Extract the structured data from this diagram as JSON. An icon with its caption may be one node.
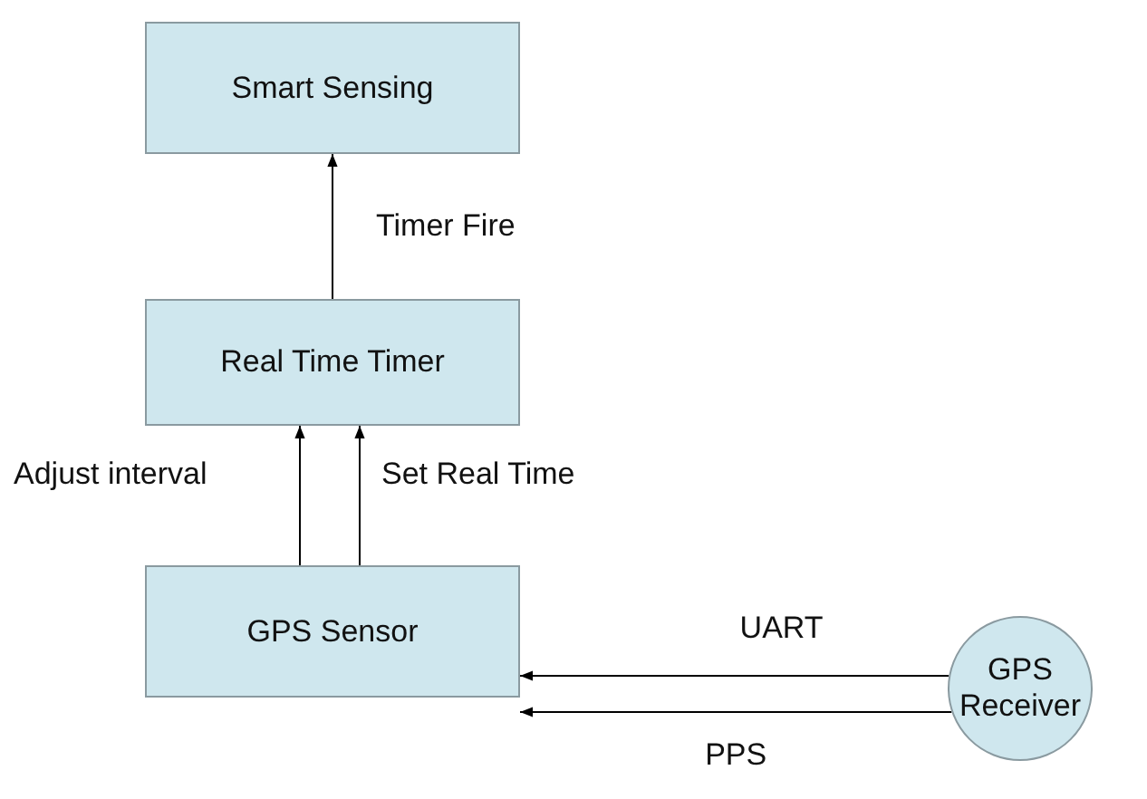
{
  "diagram": {
    "nodes": [
      {
        "text": [
          "Smart Sensing"
        ]
      },
      {
        "text": [
          "Real Time Timer"
        ]
      },
      {
        "text": [
          "GPS Sensor"
        ]
      },
      {
        "text": [
          "GPS Receiver"
        ]
      }
    ],
    "edges": [
      {
        "from": 1,
        "to": 0,
        "arrow": "to",
        "label": "Timer Fire"
      },
      {
        "from": 2,
        "to": 1,
        "arrow": "to",
        "label": "Adjust interval"
      },
      {
        "from": 2,
        "to": 1,
        "arrow": "to",
        "label": "Set Real Time"
      },
      {
        "from": 3,
        "to": 2,
        "arrow": "to",
        "label": "UART"
      },
      {
        "from": 3,
        "to": 2,
        "arrow": "to",
        "label": "PPS"
      }
    ]
  }
}
